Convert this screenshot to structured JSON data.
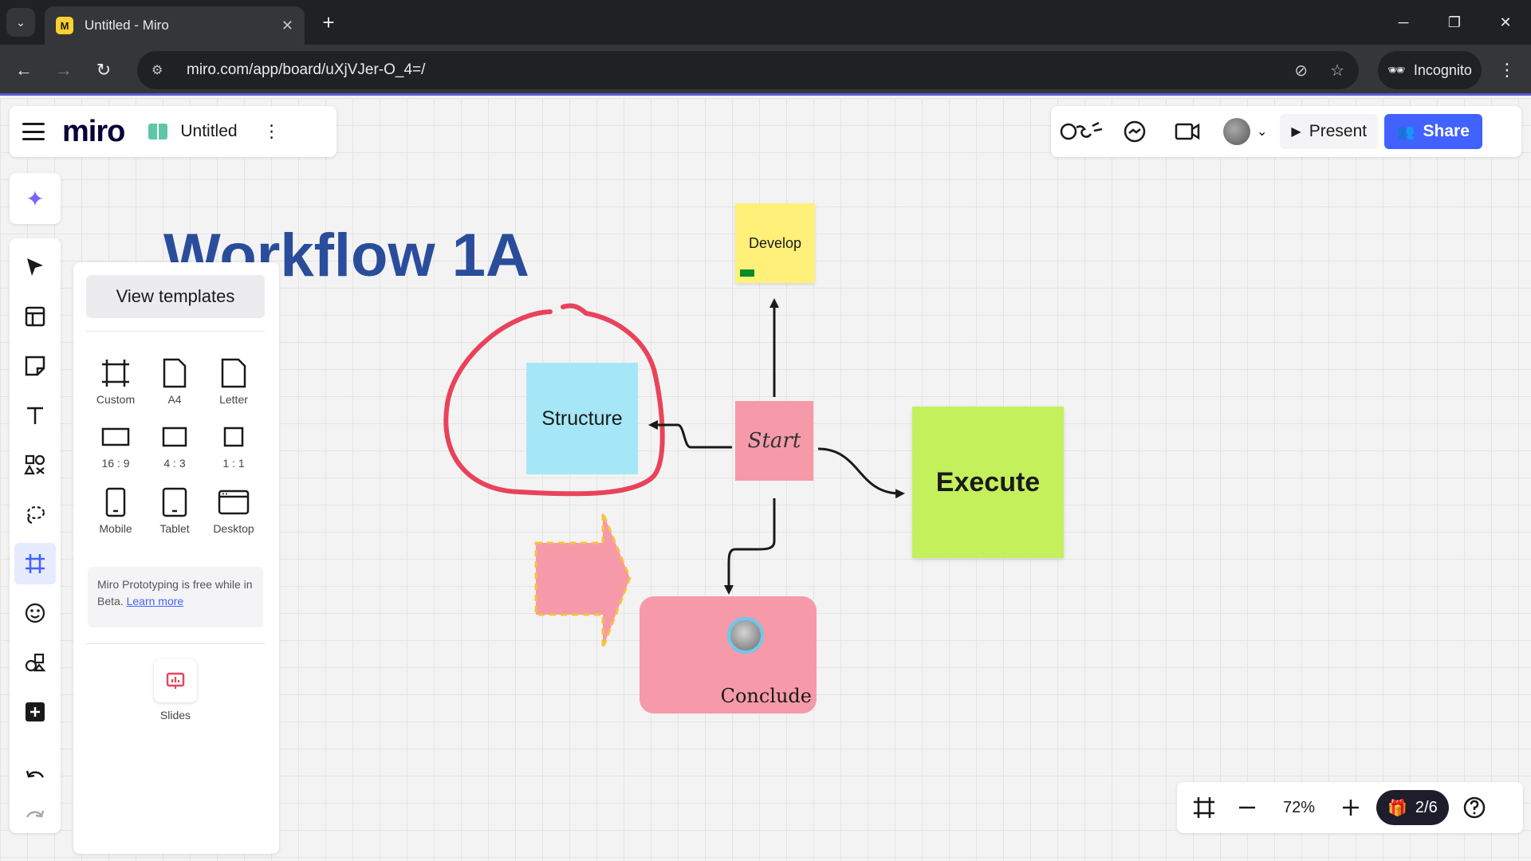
{
  "browser": {
    "tab_title": "Untitled - Miro",
    "url": "miro.com/app/board/uXjVJer-O_4=/",
    "incognito_label": "Incognito"
  },
  "app": {
    "logo": "miro",
    "board_title": "Untitled",
    "present_label": "Present",
    "share_label": "Share"
  },
  "frames_menu": {
    "view_templates": "View templates",
    "options": [
      {
        "label": "Custom",
        "shape": "custom"
      },
      {
        "label": "A4",
        "shape": "a4"
      },
      {
        "label": "Letter",
        "shape": "letter"
      },
      {
        "label": "16 : 9",
        "shape": "wide"
      },
      {
        "label": "4 : 3",
        "shape": "standard"
      },
      {
        "label": "1 : 1",
        "shape": "square"
      },
      {
        "label": "Mobile",
        "shape": "mobile"
      },
      {
        "label": "Tablet",
        "shape": "tablet"
      },
      {
        "label": "Desktop",
        "shape": "desktop"
      }
    ],
    "beta_text": "Miro Prototyping is free while in Beta.",
    "learn_more": "Learn more",
    "slides_label": "Slides"
  },
  "board": {
    "title": "Workflow 1A",
    "develop": "Develop",
    "structure": "Structure",
    "start": "Start",
    "execute": "Execute",
    "conclude": "Conclude"
  },
  "controls": {
    "zoom": "72%",
    "page_counter": "2/6"
  },
  "colors": {
    "accent": "#4262ff",
    "develop_sticky": "#fff07a",
    "structure_sticky": "#a6e7f7",
    "start_sticky": "#f69aa9",
    "execute_sticky": "#c3f05b",
    "circle_stroke": "#e8435a"
  }
}
